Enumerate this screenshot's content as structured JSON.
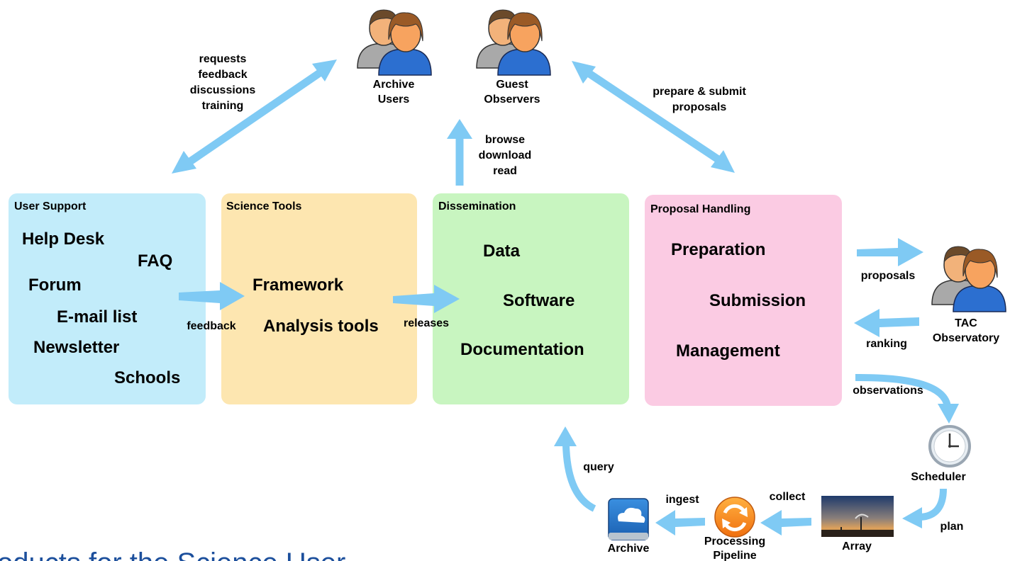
{
  "colors": {
    "user_support": "#c2ecfa",
    "science_tools": "#fde6b0",
    "dissemination": "#c8f5c0",
    "proposal_handling": "#fbcbe3",
    "arrow": "#7fcaf4",
    "footer_text": "#1c4f9c"
  },
  "actors": {
    "archive_users": [
      "Archive",
      "Users"
    ],
    "guest_observers": [
      "Guest",
      "Observers"
    ],
    "tac": [
      "TAC",
      "Observatory"
    ]
  },
  "boxes": {
    "user_support": {
      "title": "User Support",
      "items": [
        "Help Desk",
        "FAQ",
        "Forum",
        "E-mail list",
        "Newsletter",
        "Schools"
      ]
    },
    "science_tools": {
      "title": "Science Tools",
      "items": [
        "Framework",
        "Analysis tools"
      ]
    },
    "dissemination": {
      "title": "Dissemination",
      "items": [
        "Data",
        "Software",
        "Documentation"
      ]
    },
    "proposal_handling": {
      "title": "Proposal Handling",
      "items": [
        "Preparation",
        "Submission",
        "Management"
      ]
    }
  },
  "edges": {
    "support_users": [
      "requests",
      "feedback",
      "discussions",
      "training"
    ],
    "browse": [
      "browse",
      "download",
      "read"
    ],
    "prepare": [
      "prepare & submit",
      "proposals"
    ],
    "feedback": "feedback",
    "releases": "releases",
    "proposals": "proposals",
    "ranking": "ranking",
    "observations": "observations",
    "plan": "plan",
    "collect": "collect",
    "ingest": "ingest",
    "query": "query"
  },
  "nodes": {
    "scheduler": "Scheduler",
    "array": "Array",
    "pipeline": [
      "Processing",
      "Pipeline"
    ],
    "archive": "Archive"
  },
  "footer": "oducts for the Science User"
}
